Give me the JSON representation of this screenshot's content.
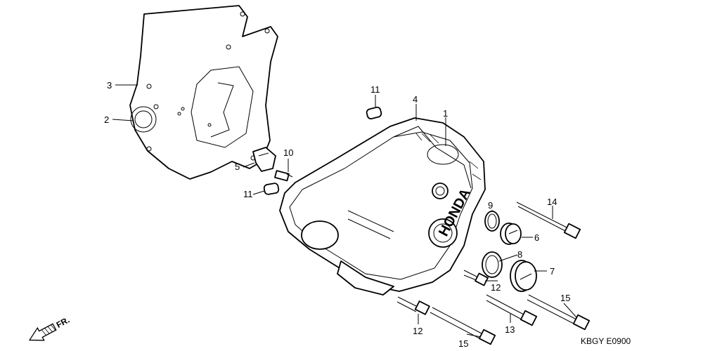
{
  "labels": {
    "l1": "1",
    "l2": "2",
    "l3": "3",
    "l4": "4",
    "l5": "5",
    "l6": "6",
    "l7": "7",
    "l8": "8",
    "l9": "9",
    "l10": "10",
    "l11a": "11",
    "l11b": "11",
    "l12a": "12",
    "l12b": "12",
    "l13": "13",
    "l14": "14",
    "l15a": "15",
    "l15b": "15"
  },
  "direction_label": "FR.",
  "cover_text": "HONDA",
  "code": "KBGY  E0900"
}
